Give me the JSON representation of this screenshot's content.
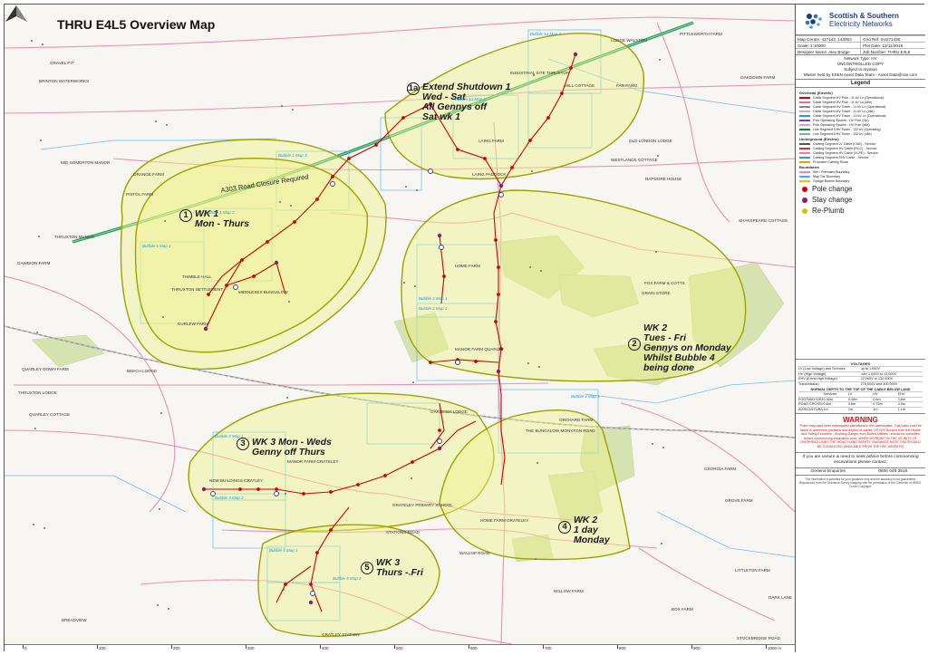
{
  "map": {
    "title": "THRU E4L5 Overview Map",
    "road_label": "A303 Road Closure Required",
    "bubbles": [
      {
        "num": "1a",
        "lines": [
          "Extend Shutdown 1",
          "Wed - Sat",
          "All Gennys off",
          "Sat wk 1"
        ]
      },
      {
        "num": "1",
        "lines": [
          "WK 1",
          "Mon - Thurs"
        ]
      },
      {
        "num": "2",
        "lines": [
          "WK 2",
          "Tues - Fri",
          "Gennys on Monday",
          "Whilst Bubble 4",
          "being done"
        ]
      },
      {
        "num": "3",
        "lines": [
          "WK 3 Mon - Weds",
          "Genny off Thurs"
        ]
      },
      {
        "num": "4",
        "lines": [
          "WK 2",
          "1 day",
          "Monday"
        ]
      },
      {
        "num": "5",
        "lines": [
          "WK 3",
          "Thurs - Fri"
        ]
      }
    ],
    "places": [
      "Gravel Pit",
      "Brinton Waterworks",
      "Mid Somerton Manor",
      "Orange Farm",
      "Pistol Farm",
      "Thruxton Manor",
      "Gawdion Farm",
      "Quarley Down Farm",
      "Quarley Cottage",
      "Thimble Hall",
      "Middlesex Bungalow",
      "Curlew Farm",
      "Thruxton Settlement",
      "Home Farm",
      "Manor Farm Quarley",
      "Fox Farm & Cotts",
      "Grain Store",
      "Beech Lodge",
      "Thruxton Lodge",
      "Oakleigh Lodge",
      "The Bungalow Monxton Road",
      "Orchard Farm",
      "New Buildings Gratley",
      "Manor Farm Grateley",
      "Grateley Primary School",
      "Home Farm Grateley",
      "Wallop Road",
      "Georgia Farm",
      "Willow Farm",
      "Breadview",
      "Lodge Walston",
      "Industrial Site Thruxton",
      "Mill Cottage",
      "Laing Farm",
      "Laing Paddock",
      "Old London Lodge",
      "Westlands Cottage",
      "Rapdore House",
      "Fan Farm",
      "Oakdown Farm",
      "Shakspeare Cottage",
      "Stations Road",
      "Gratley Station",
      "Grove Farm",
      "Box Farm",
      "Dark Lane",
      "Littleton Farm",
      "Stockbridge Road",
      "Pittleworth Farm"
    ],
    "tile_labels": [
      "Bubble 1 Map 1",
      "Bubble 1 Map 2",
      "Bubble 1a Map 1",
      "Bubble 1a Map 2",
      "Bubble 1 Map 3",
      "Bubble 2 Map 1",
      "Bubble 2 Map 2",
      "Bubble 3 Map 1",
      "Bubble 3 Map 2",
      "Bubble 4 Map 1",
      "Bubble 5 Map 1",
      "Bubble 5 Map 2"
    ],
    "scale_marks": [
      "0",
      "100",
      "200",
      "300",
      "400",
      "500",
      "600",
      "700",
      "800",
      "900",
      "1000 m"
    ]
  },
  "panel": {
    "brand_line1": "Scottish & Southern",
    "brand_line2": "Electricity Networks",
    "info": [
      [
        "Map Centre: 427142, 143004",
        "Grid Ref: SU271430"
      ],
      [
        "Scale: 1:10000",
        "Plot Date: 12/11/2019"
      ],
      [
        "Designer Name: Alex Bridge",
        "Job Number: THRU E4L5"
      ]
    ],
    "info_lines": [
      "Network Type: HV",
      "UNCONTROLLED COPY",
      "Subject to revision",
      "Master held by SSEN Asset Data Team - Asset.Data@sse.com"
    ],
    "legend_title": "Legend",
    "legend_sections": [
      {
        "head": "Overhead (Electric)",
        "items": [
          {
            "label": "Cable Segment HV Pole - 11 kV Ln (Operational)",
            "color": "#d40000"
          },
          {
            "label": "Cable Segment HV Pole - 11 kV Ln (Idle)",
            "color": "#e26bb0"
          },
          {
            "label": "Cable Segment HV Tower - 11 kV Ln (Operational)",
            "color": "#8a8a8a"
          },
          {
            "label": "Cable Segment HV Tower - 11 kV Ln (Idle)",
            "color": "#b7b7b7"
          },
          {
            "label": "Cable Segment HV Tower - 33 kV Ln (Operational)",
            "color": "#2b9ad8"
          },
          {
            "label": "Pole Operating System - HV Pole (Op)",
            "color": "#7a3fa0"
          },
          {
            "label": "Pole Operating System - HV Pole (Idle)",
            "color": "#c9a6dd"
          },
          {
            "label": "Line Segment EHV Tower - 132 kV (Operating)",
            "color": "#1d7c3b"
          },
          {
            "label": "Line Segment EHV Tower - 132 kV (Idle)",
            "color": "#75bd88"
          }
        ]
      },
      {
        "head": "Underground (Electric)",
        "items": [
          {
            "label": "Cabling Segment LV Cable (CNE) - Service",
            "color": "#555555"
          },
          {
            "label": "Cabling Segment HV Cable (PILC) - Service",
            "color": "#cc3333"
          },
          {
            "label": "Cabling Segment HV Cable (XLPE) - Service",
            "color": "#e07fb0"
          },
          {
            "label": "Cabling Segment EHV Cable - Service",
            "color": "#2b9ad8"
          },
          {
            "label": "Proposed Cabling Route",
            "color": "#f59c00"
          }
        ]
      },
      {
        "head": "Boundaries",
        "items": [
          {
            "label": "Site / Premises Boundary",
            "color": "#e58ab4"
          },
          {
            "label": "Map Tile Boundary",
            "color": "#43b4e6"
          },
          {
            "label": "Outage Bubble Boundary",
            "color": "#c9d400"
          }
        ]
      }
    ],
    "legend_big": [
      {
        "label": "Pole change",
        "color": "#d40000"
      },
      {
        "label": "Stay change",
        "color": "#8e1c6b"
      },
      {
        "label": "Re-Plumb",
        "color": "#d4c200"
      }
    ],
    "voltage_title": "VOLTAGES",
    "voltage_rows": [
      [
        "LV (Low Voltage) and Services",
        "up to 1,000V"
      ],
      [
        "HV (High Voltage)",
        "over 1,000V to 11,000V"
      ],
      [
        "EHV (Extra High Voltage)",
        "22,000V to 132,000V"
      ],
      [
        "Transmission",
        "275,000V and 400,000V"
      ]
    ],
    "depth_title": "NORMAL DEPTH TO THE TOP OF THE CABLE BELOW LAND",
    "depth_rows": [
      [
        "",
        "Services",
        "LV",
        "HV",
        "EHV"
      ],
      [
        "FOOTWAY/GRASSED",
        "0.45m",
        "0.45m",
        "0.6m",
        "0.8m"
      ],
      [
        "ROAD CROSSING",
        "0.6m",
        "0.6m",
        "0.75m",
        "0.9m"
      ],
      [
        "AGRICULTURAL",
        "1m",
        "1m",
        "1m",
        "1.1m"
      ]
    ],
    "warning_title": "WARNING",
    "warning_text": "There may have been subsequent alterations to the cables/plant. Trial holes must be taken to determine positions and depths of cables. HS G47 Booklet from the Health and Safety Executive - Avoiding Danger from Buried Utilities - should be consulted before commencing excavation work. WHEN WORKING IN THE VICINITY OF OVERHEAD LINES THE HEALTH AND SAFETY GUIDANCE NOTE GS6 SHOULD BE CONSULTED (AVAILABLE FROM THE HSE WEBSITE)",
    "advice": "If you are unsure & need to seek advice before commencing excavations please contact;",
    "enquiry_label": "General Enquiries",
    "enquiry_phone": "0800 048 3516",
    "footnote": "This information is provided for your guidance only and the accuracy is not guaranteed. Reproduced from the Ordnance Survey mapping with the permission of the Controller of HMSO. Crown Copyright."
  },
  "colors": {
    "bubble_fill": "#eef28a",
    "bubble_stroke": "#9aa300",
    "hv_line": "#d40000",
    "pole_change": "#d40000",
    "stay_change": "#8e1c6b",
    "tile_boundary": "#43b4e6",
    "road": "#ec90b5",
    "rail": "#8f8f8f",
    "a303": "#1f9a5a",
    "woodland": "#d7e2b1",
    "brand": "#1d3b80"
  }
}
